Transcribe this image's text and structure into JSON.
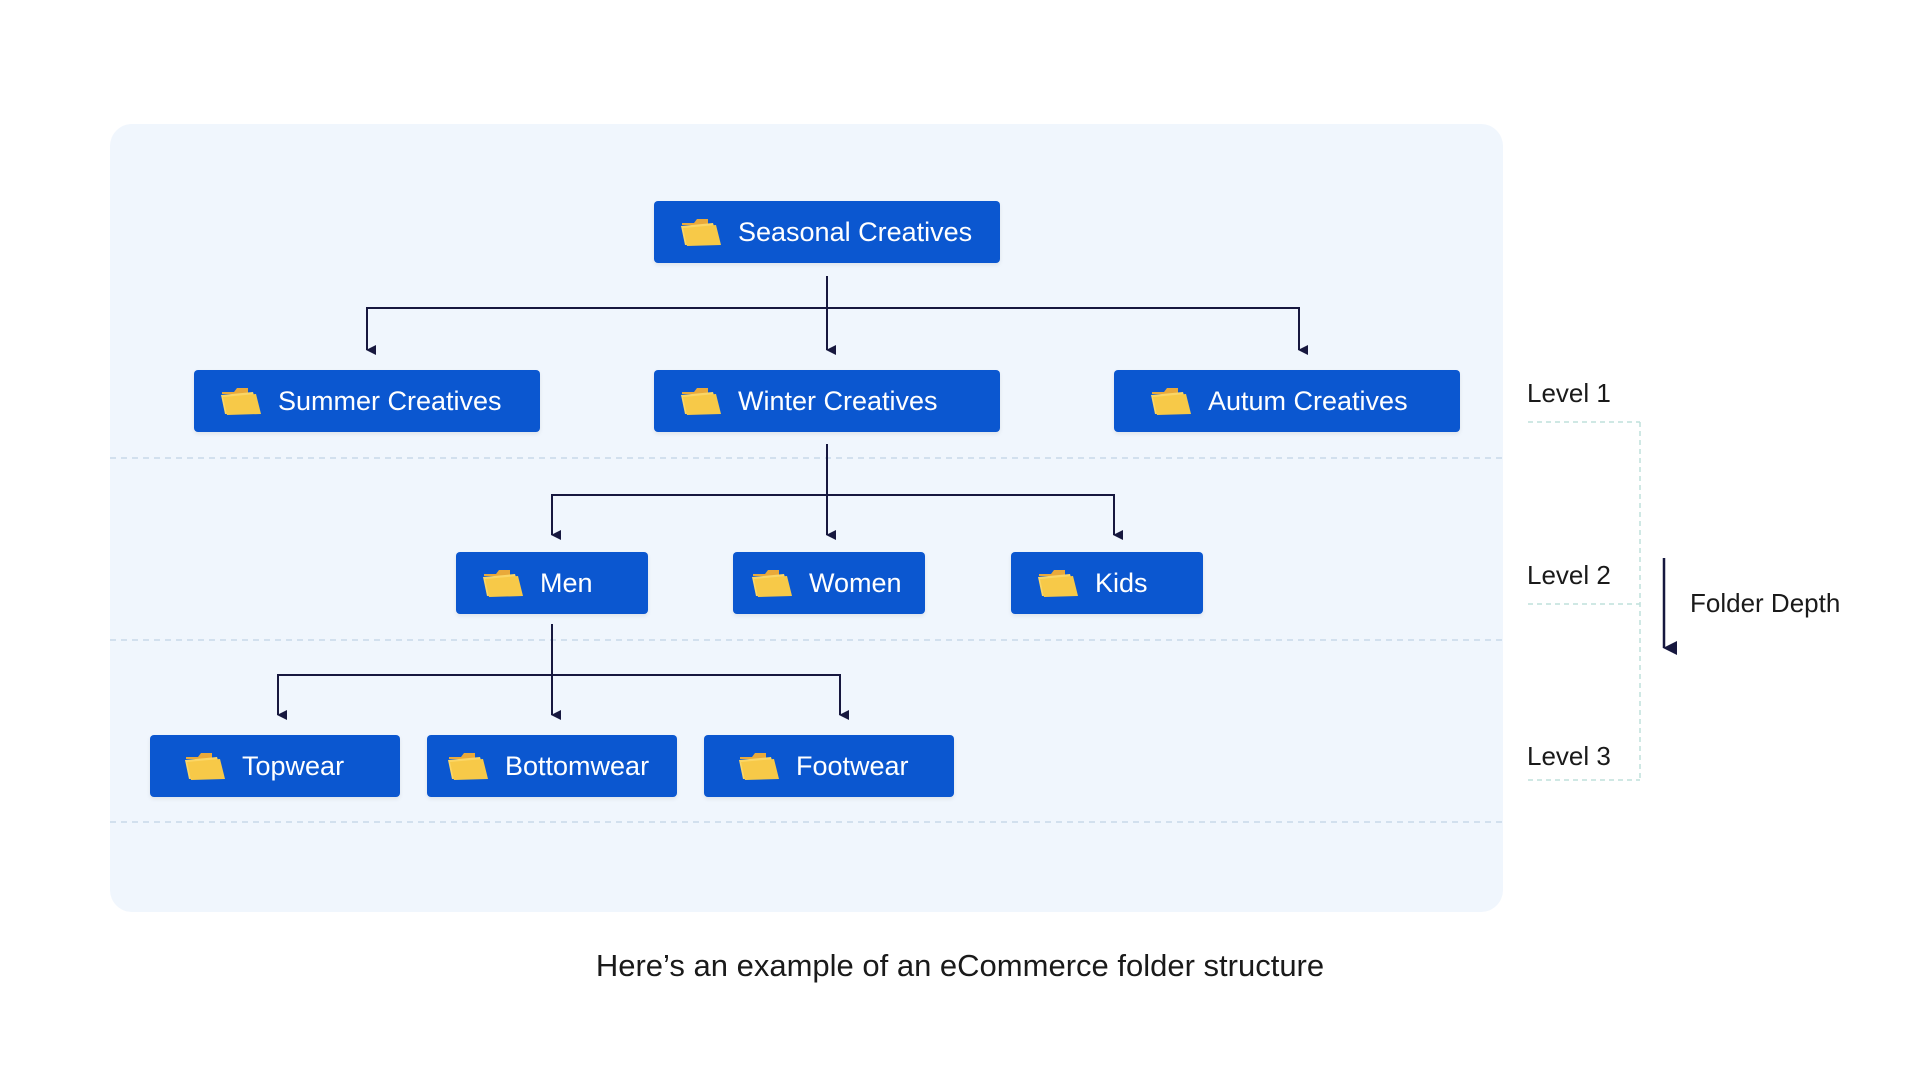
{
  "diagram": {
    "root": {
      "label": "Seasonal Creatives",
      "icon": "folder-icon"
    },
    "level1": [
      {
        "label": "Summer Creatives",
        "icon": "folder-icon"
      },
      {
        "label": "Winter Creatives",
        "icon": "folder-icon"
      },
      {
        "label": "Autum Creatives",
        "icon": "folder-icon"
      }
    ],
    "level2": [
      {
        "label": "Men",
        "icon": "folder-icon"
      },
      {
        "label": "Women",
        "icon": "folder-icon"
      },
      {
        "label": "Kids",
        "icon": "folder-icon"
      }
    ],
    "level3": [
      {
        "label": "Topwear",
        "icon": "folder-icon"
      },
      {
        "label": "Bottomwear",
        "icon": "folder-icon"
      },
      {
        "label": "Footwear",
        "icon": "folder-icon"
      }
    ]
  },
  "levels": [
    "Level 1",
    "Level 2",
    "Level 3"
  ],
  "depth_label": "Folder Depth",
  "caption": "Here’s an example of an eCommerce folder structure",
  "colors": {
    "node_fill": "#0b57d0",
    "node_text": "#ffffff",
    "connector": "#17183f",
    "panel": "#f0f6fd",
    "folder": "#f7c948"
  }
}
